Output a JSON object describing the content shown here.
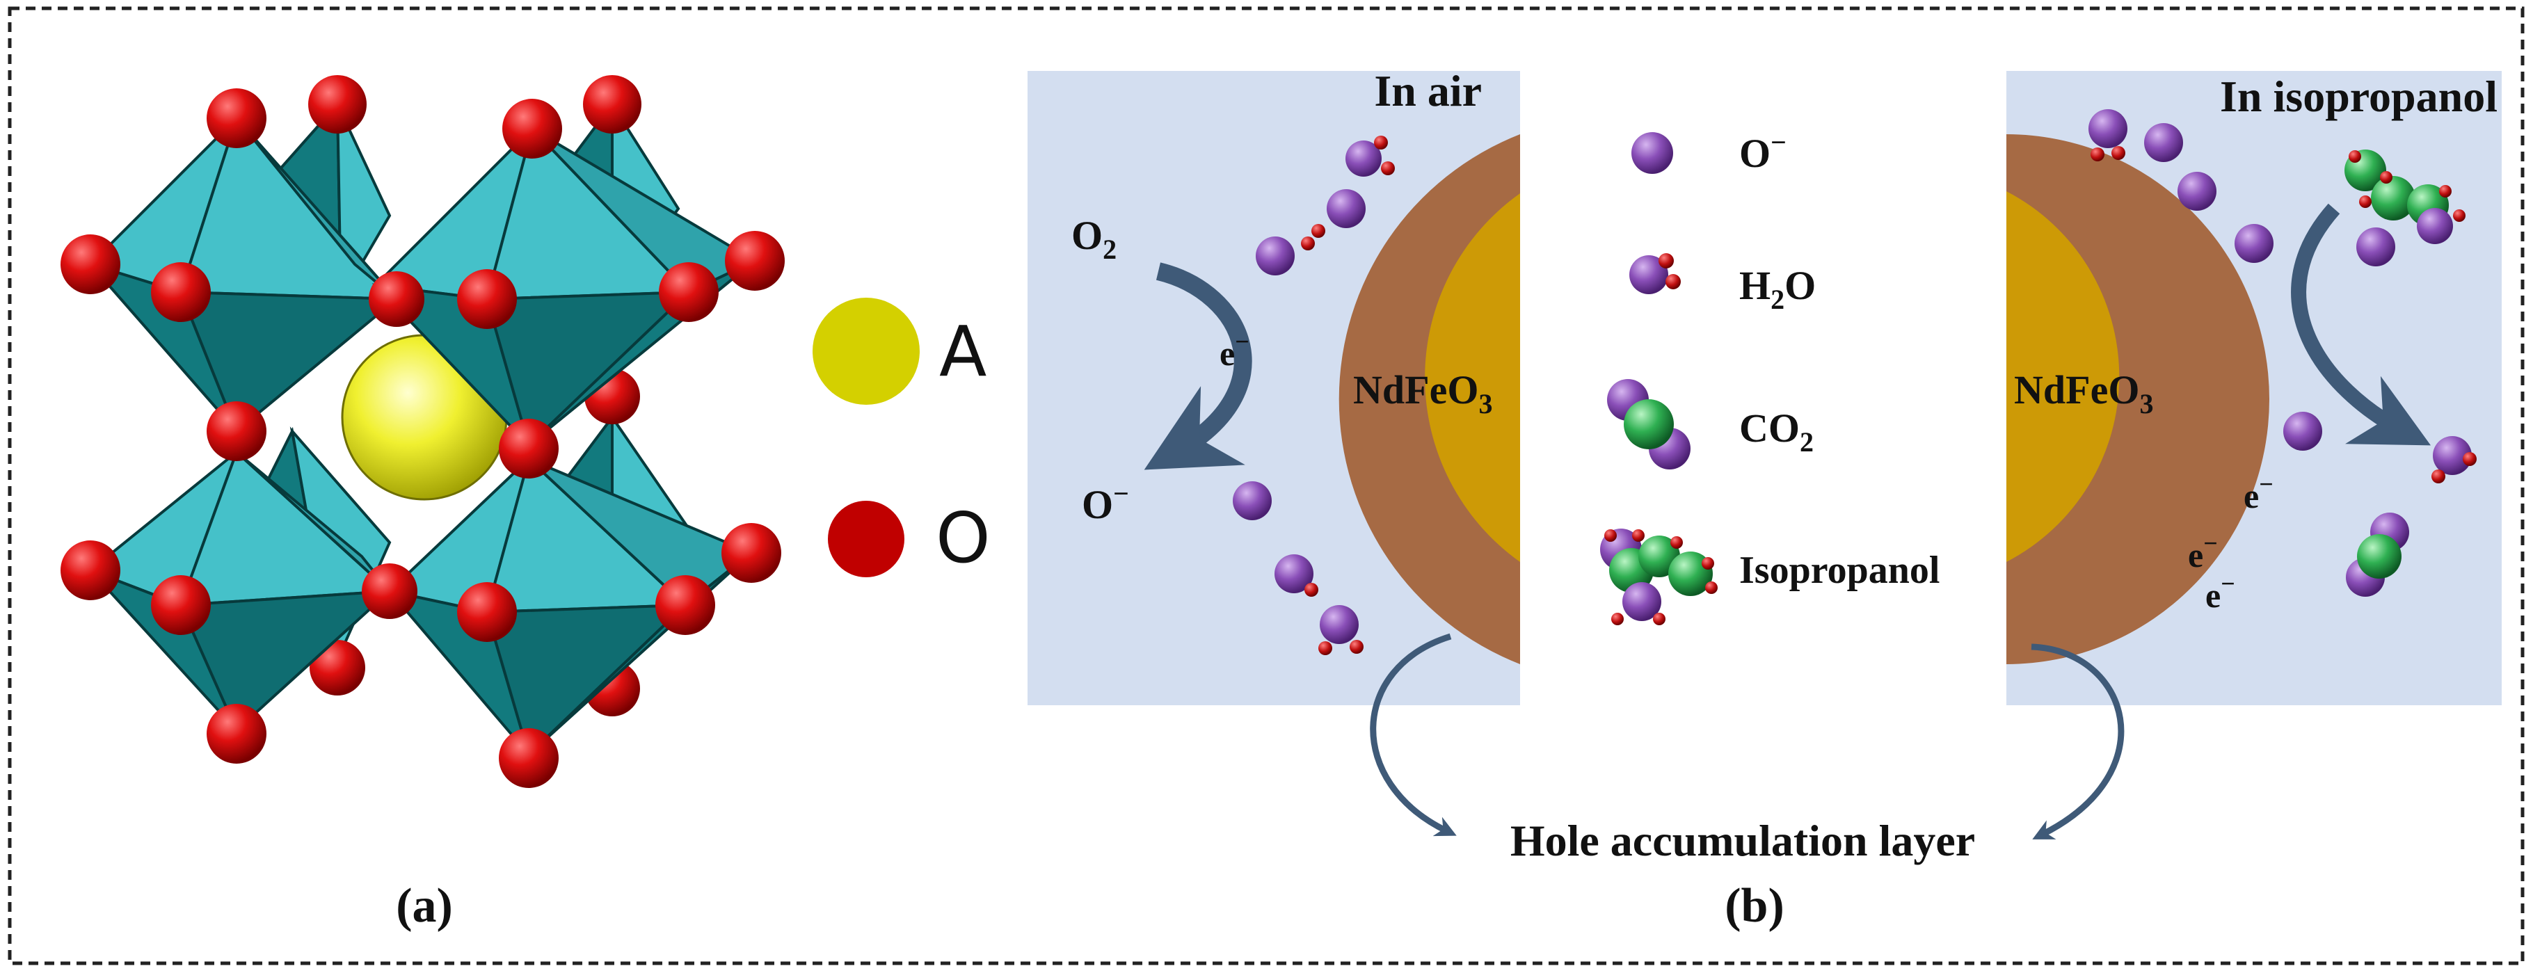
{
  "panel_a": {
    "legend_a": "A",
    "legend_o": "O",
    "caption": "(a)"
  },
  "panel_b": {
    "air_title": "In air",
    "iso_title": "In isopropanol",
    "core_label_left": "NdFeO",
    "core_label_right": "NdFeO",
    "core_sub": "3",
    "o2_main": "O",
    "o2_sub": "2",
    "e_minus_left": "e",
    "o_minus_left": "O",
    "e_minus_right_1": "e",
    "e_minus_right_2": "e",
    "e_minus_right_3": "e",
    "legend": {
      "o_minus": "O",
      "h2o_h": "H",
      "h2o_sub": "2",
      "h2o_o": "O",
      "co2_c": "CO",
      "co2_sub": "2",
      "isopropanol": "Isopropanol"
    },
    "hole_label": "Hole accumulation layer",
    "caption": "(b)",
    "minus_sign": "−"
  },
  "colors": {
    "octa_light": "#45c1c9",
    "octa_dark": "#127a7e",
    "oxygen": "#d50d0d",
    "a_site": "#e6e628",
    "bg_panel": "#d3def0",
    "shell": "#a66a44",
    "core": "#cd9a06",
    "purple": "#8a4fb8",
    "green": "#2fb052",
    "arrow": "#3f5a78"
  }
}
